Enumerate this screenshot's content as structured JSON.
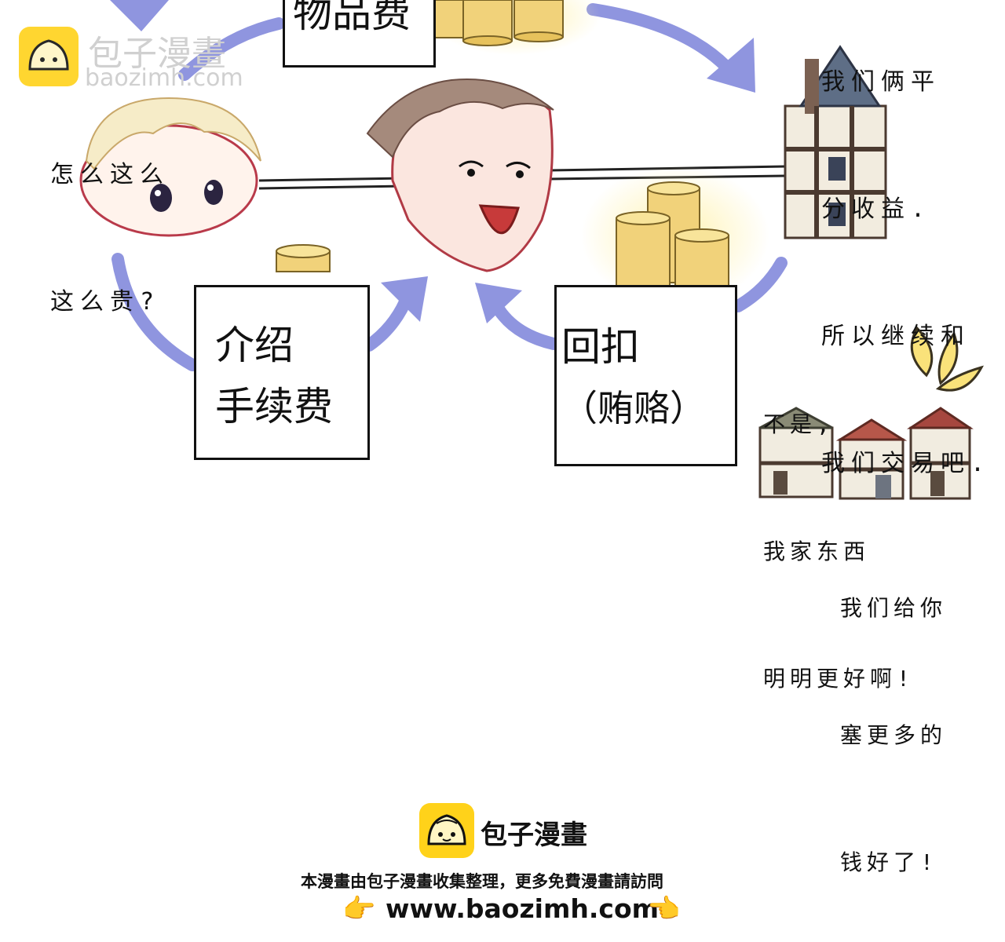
{
  "watermark": {
    "name": "包子漫畫",
    "url": "baozimh.com"
  },
  "boxes": {
    "goods_fee": "物品费",
    "intro_fee_line1": "介绍",
    "intro_fee_line2": "手续费",
    "kickback_line1": "回扣",
    "kickback_line2": "（贿赂）"
  },
  "speech": {
    "customer": [
      "怎么这么",
      "这么贵?"
    ],
    "merchant_top": [
      "我们俩平",
      "分收益.",
      "所以继续和",
      "我们交易吧."
    ],
    "competitor_1": [
      "不是,",
      "我家东西",
      "明明更好啊!"
    ],
    "competitor_2": [
      "我们给你",
      "塞更多的",
      "钱好了!"
    ]
  },
  "footer": {
    "brand_name": "包子漫畫",
    "description": "本漫畫由包子漫畫收集整理，更多免費漫畫請訪問",
    "url": "www.baozimh.com",
    "left_pointer": "👉",
    "right_pointer": "👈"
  },
  "colors": {
    "arrow": "#8f95df",
    "coin": "#f1d27a",
    "brand_yellow": "#ffd21a"
  },
  "icons": {
    "brand": "steamed-bun-logo-icon",
    "coins": "coin-stack-icon",
    "house": "timber-house-icon"
  }
}
